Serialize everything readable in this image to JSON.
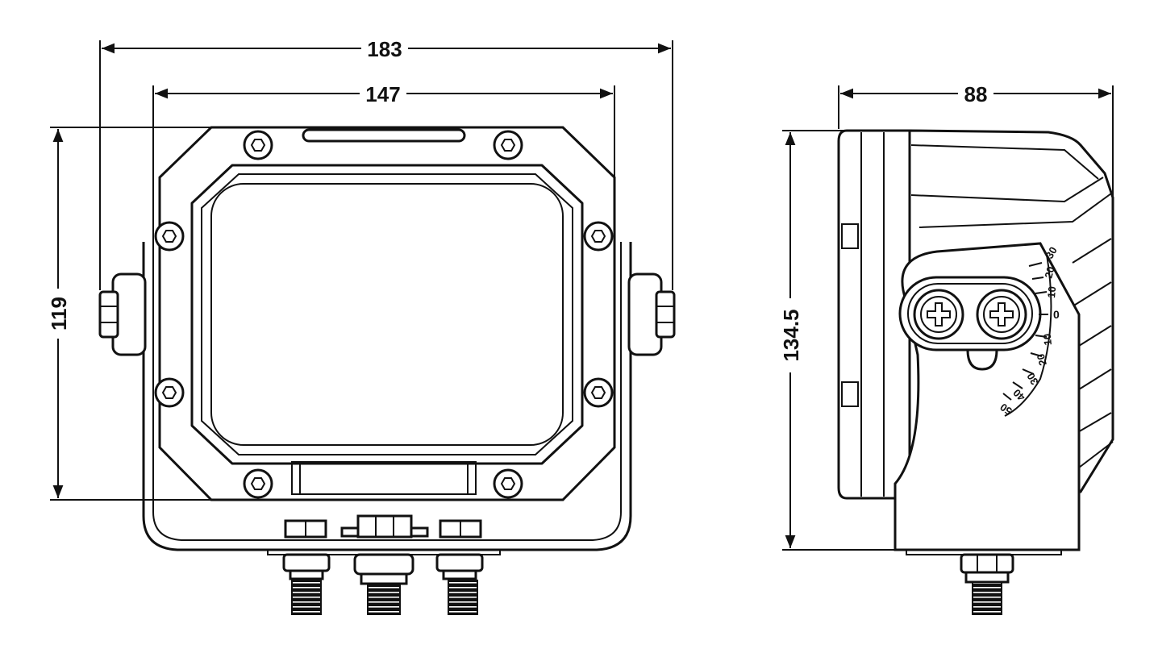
{
  "dimensions": {
    "front_outer_width": "183",
    "front_inner_width": "147",
    "front_height": "119",
    "side_depth": "88",
    "side_height": "134.5"
  },
  "angle_scale": {
    "labels": [
      "30",
      "20",
      "10",
      "0",
      "10",
      "20",
      "30",
      "40",
      "50"
    ]
  }
}
